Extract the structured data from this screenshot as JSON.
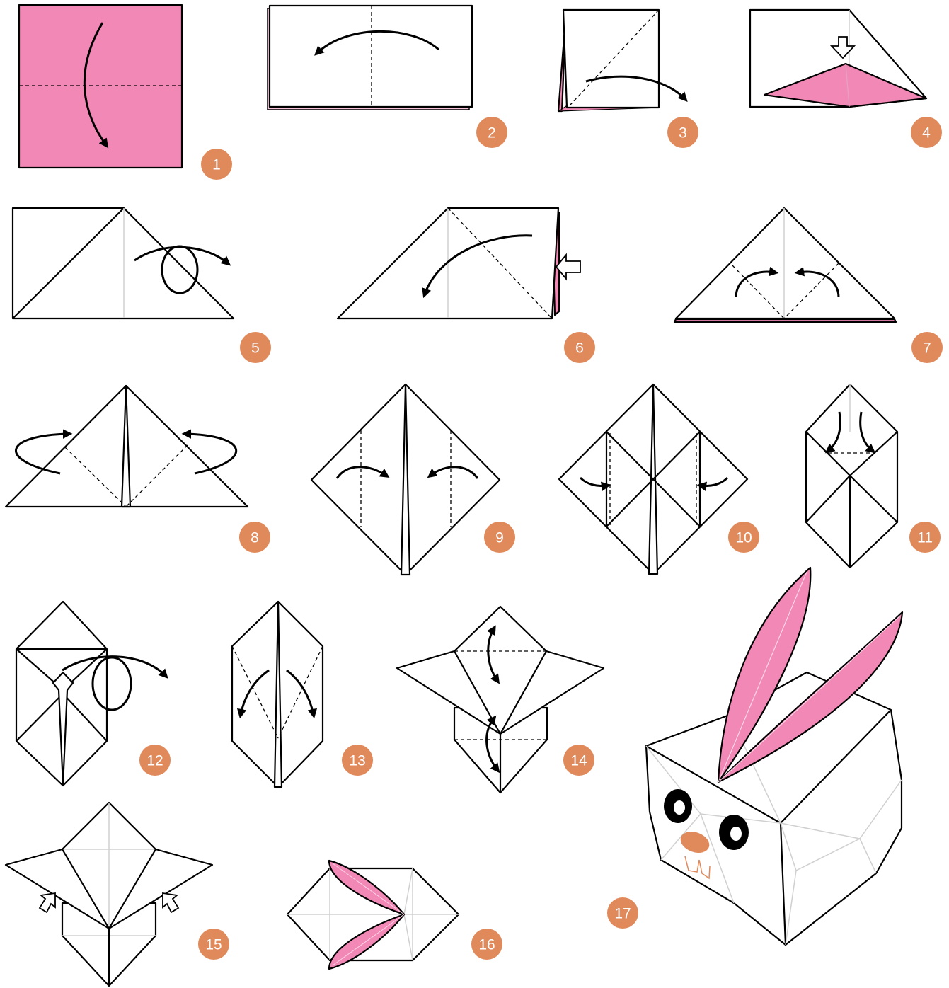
{
  "colors": {
    "paper": "#f188b5",
    "badge": "#e08a5c",
    "ink": "#000000",
    "crease": "#d0d0d0",
    "nose": "#e08a5c"
  },
  "steps": [
    {
      "number": "1"
    },
    {
      "number": "2"
    },
    {
      "number": "3"
    },
    {
      "number": "4"
    },
    {
      "number": "5"
    },
    {
      "number": "6"
    },
    {
      "number": "7"
    },
    {
      "number": "8"
    },
    {
      "number": "9"
    },
    {
      "number": "10"
    },
    {
      "number": "11"
    },
    {
      "number": "12"
    },
    {
      "number": "13"
    },
    {
      "number": "14"
    },
    {
      "number": "15"
    },
    {
      "number": "16"
    },
    {
      "number": "17"
    }
  ]
}
